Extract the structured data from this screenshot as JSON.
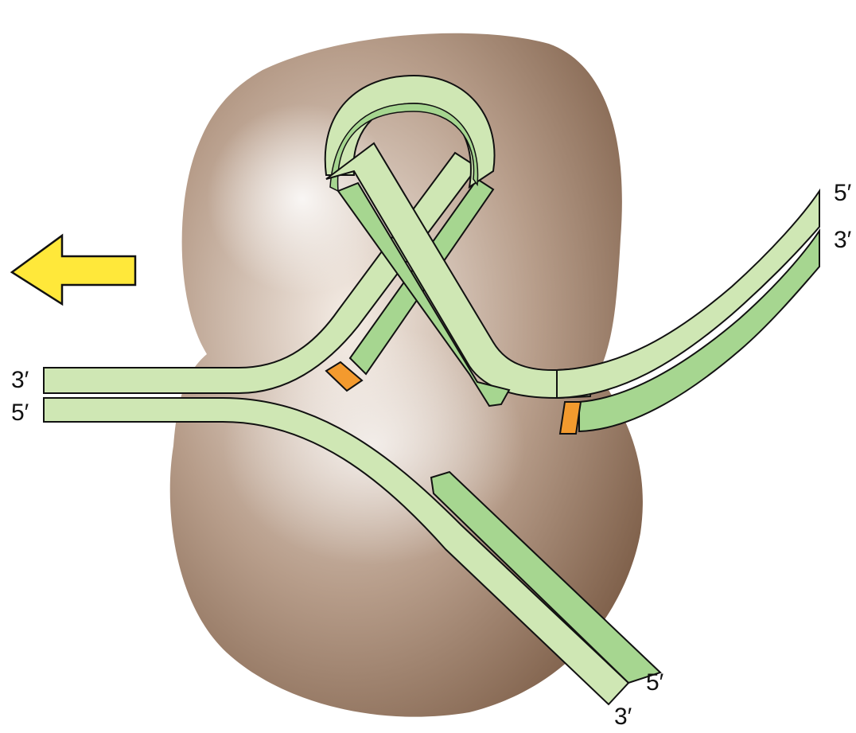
{
  "colors": {
    "protein_dark": "#7c5d47",
    "protein_mid": "#b79d8a",
    "protein_light": "#f5ede6",
    "strand_light": "#cfe7b4",
    "strand_dark": "#a6d690",
    "outline": "#111111",
    "marker": "#f39a2e",
    "arrow_fill": "#ffe83a"
  },
  "icons": {
    "direction": "left-arrow-icon"
  },
  "labels": {
    "left_top": "3′",
    "left_bottom": "5′",
    "right_top": "5′",
    "right_bottom": "3′",
    "bottom_upper": "5′",
    "bottom_lower": "3′"
  }
}
